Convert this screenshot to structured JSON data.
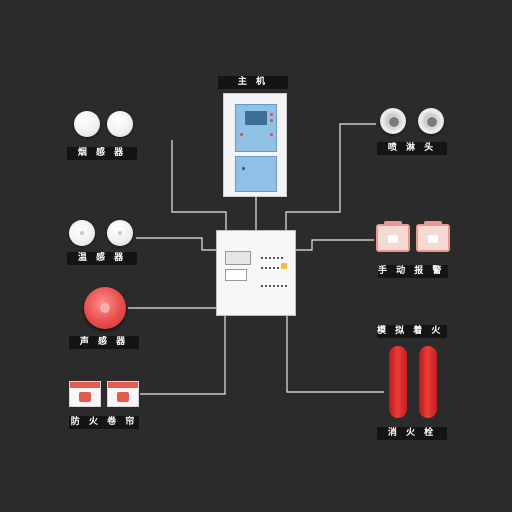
{
  "host_label": "主 机",
  "smoke_label": "烟 感 器",
  "sprinkler_label": "喷 淋 头",
  "temp_label": "温 感 器",
  "manual_alarm_label": "手 动 报 警 器",
  "sound_label": "声 感 器",
  "simulated_fire_label": "模 拟 着 火 点",
  "shutter_label": "防 火 卷 帘",
  "hydrant_label": "消 火 栓",
  "colors": {
    "background": "#2b2b2b",
    "wire": "#e8e8e8",
    "label_bg": "#141414",
    "label_text": "#ffffff",
    "cabinet_blue": "#8fc1e6",
    "alarm_red": "#e84d4d"
  }
}
